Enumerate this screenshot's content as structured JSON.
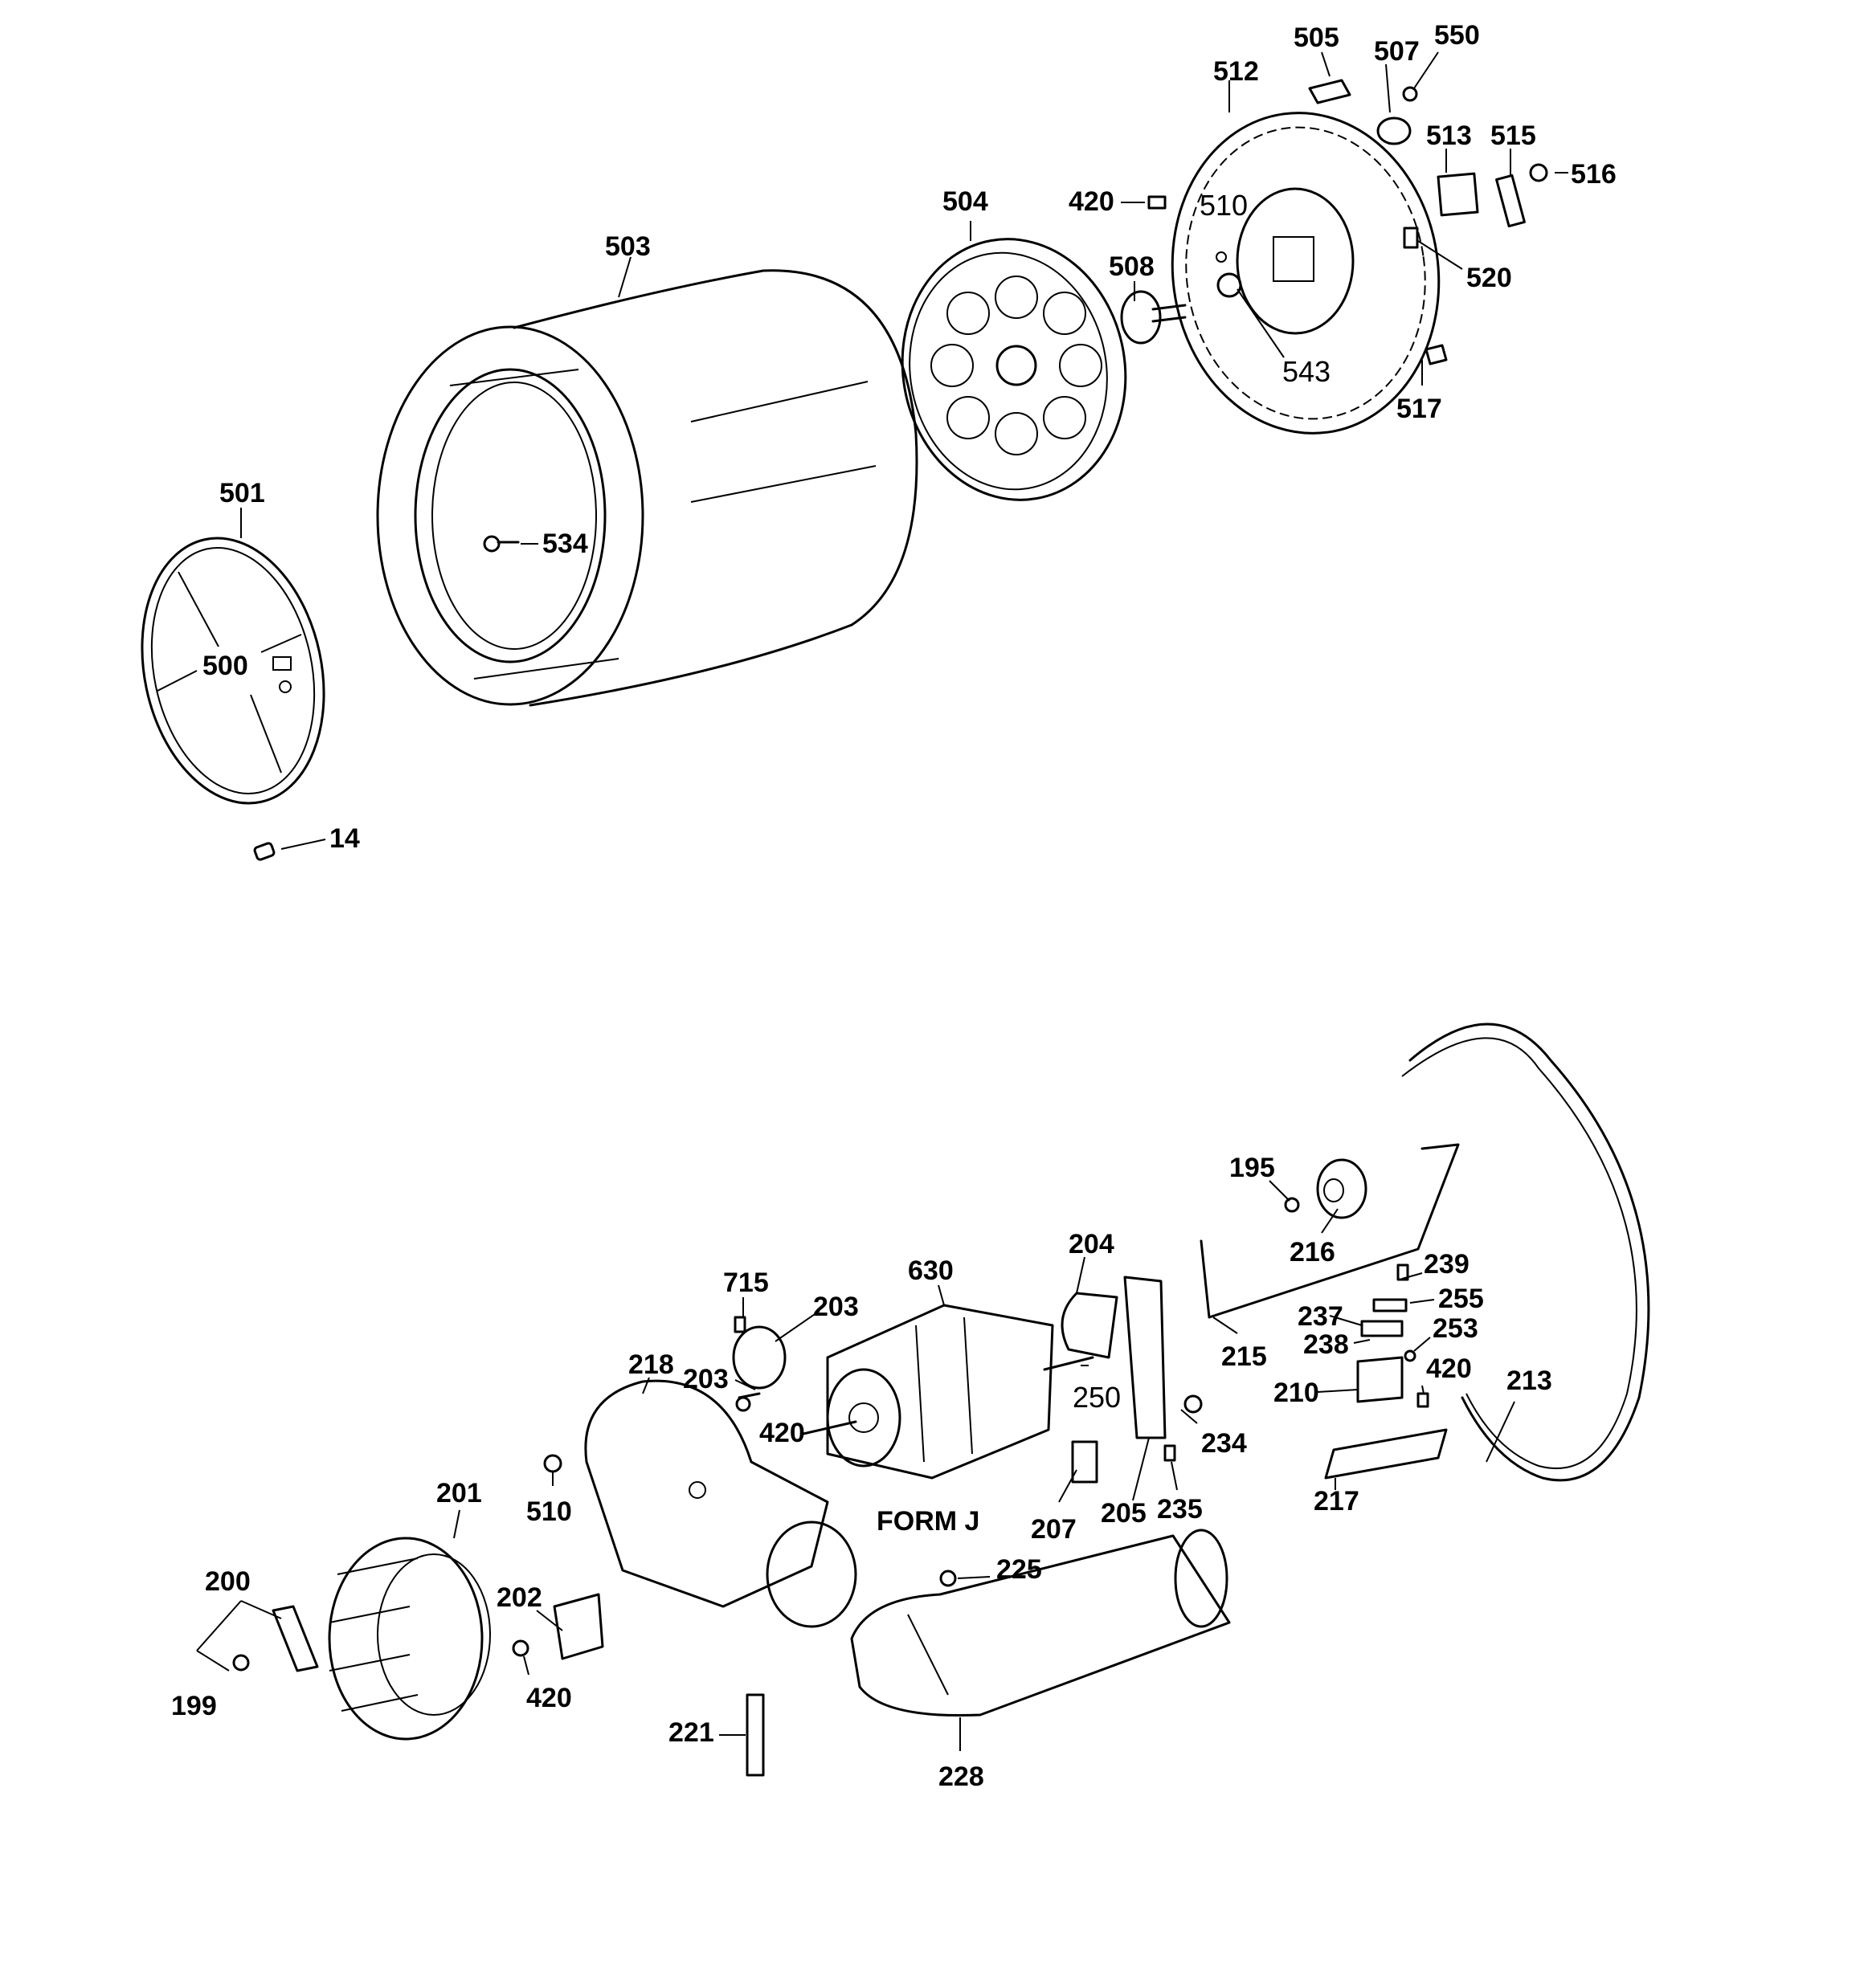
{
  "form_label": "FORM J",
  "labels": {
    "l505": "505",
    "l550": "550",
    "l507": "507",
    "l512": "512",
    "l513": "513",
    "l515": "515",
    "l516": "516",
    "l420a": "420",
    "l510a": "510",
    "l520": "520",
    "l504": "504",
    "l508": "508",
    "l543": "543",
    "l517": "517",
    "l503": "503",
    "l501": "501",
    "l534": "534",
    "l500": "500",
    "l14": "14",
    "l195": "195",
    "l216": "216",
    "l239": "239",
    "l255": "255",
    "l237": "237",
    "l253": "253",
    "l238": "238",
    "l204": "204",
    "l630": "630",
    "l715": "715",
    "l203a": "203",
    "l203b": "203",
    "l215": "215",
    "l420b": "420",
    "l213": "213",
    "l218": "218",
    "l420c": "420",
    "l250": "250",
    "l210": "210",
    "l234": "234",
    "l217": "217",
    "l201": "201",
    "l510b": "510",
    "l235": "235",
    "l205": "205",
    "l207": "207",
    "l225": "225",
    "l200": "200",
    "l202": "202",
    "l199": "199",
    "l420d": "420",
    "l221": "221",
    "l228": "228"
  }
}
